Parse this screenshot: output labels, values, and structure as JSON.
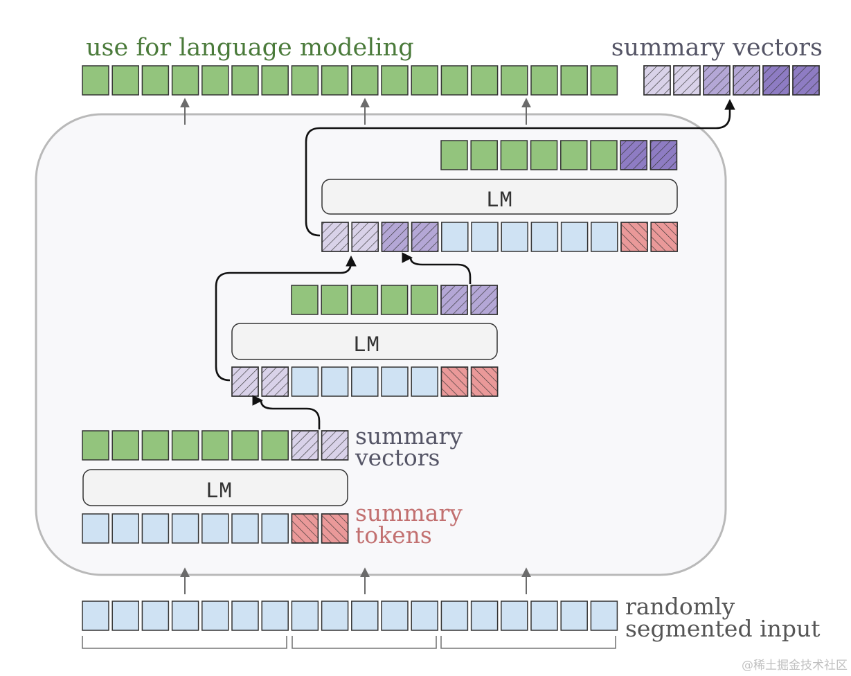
{
  "labels": {
    "top_output": "use for language modeling",
    "top_summary": "summary vectors",
    "summary_vectors_line1": "summary",
    "summary_vectors_line2": "vectors",
    "summary_tokens_line1": "summary",
    "summary_tokens_line2": "tokens",
    "input_line1": "randomly",
    "input_line2": "segmented input",
    "lm": "LM",
    "watermark": "@稀土掘金技术社区"
  },
  "colors": {
    "green": "#93c47d",
    "blue": "#cfe2f3",
    "red": "#ea9999",
    "purple_light": "#d9d2e9",
    "purple_mid": "#b4a7d6",
    "purple_dark": "#8e7cc3",
    "green_text": "#4a7a3a",
    "summary_vec_text": "#555566",
    "summary_tok_text": "#c27070",
    "gray_text": "#555555"
  },
  "icons": {
    "arrow": "arrowhead-icon",
    "bracket": "segment-bracket"
  },
  "structure": {
    "segments": [
      7,
      5,
      6
    ],
    "summary_tokens_per_segment": 2
  }
}
